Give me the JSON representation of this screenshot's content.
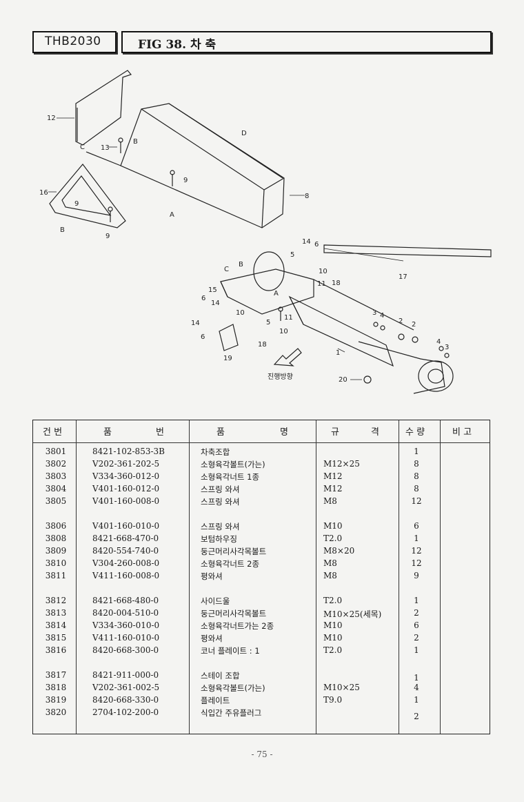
{
  "header": {
    "code": "THB2030",
    "title": "FIG 38. 차 축"
  },
  "diagram": {
    "callouts": [
      "12",
      "13",
      "B",
      "C",
      "D",
      "9",
      "16",
      "9",
      "B",
      "9",
      "A",
      "8",
      "14",
      "6",
      "5",
      "10",
      "11",
      "18",
      "17",
      "C",
      "B",
      "15",
      "6",
      "14",
      "10",
      "A",
      "5",
      "11",
      "10",
      "14",
      "6",
      "18",
      "19",
      "3",
      "4",
      "2",
      "2",
      "4",
      "3",
      "1",
      "20"
    ],
    "direction_label": "진행방향"
  },
  "table": {
    "headers": {
      "no": "건 번",
      "part_no_a": "품",
      "part_no_b": "번",
      "name_a": "품",
      "name_b": "명",
      "spec_a": "규",
      "spec_b": "격",
      "qty": "수 량",
      "remark": "비 고"
    },
    "rows": [
      {
        "no": "3801",
        "part": "8421-102-853-3B",
        "name": "차축조합",
        "spec": "",
        "qty": "1"
      },
      {
        "no": "3802",
        "part": "V202-361-202-5",
        "name": "소형육각볼트(가는)",
        "spec": "M12×25",
        "qty": "8"
      },
      {
        "no": "3803",
        "part": "V334-360-012-0",
        "name": "소형육각너트 1종",
        "spec": "M12",
        "qty": "8"
      },
      {
        "no": "3804",
        "part": "V401-160-012-0",
        "name": "스프링 와셔",
        "spec": "M12",
        "qty": "8"
      },
      {
        "no": "3805",
        "part": "V401-160-008-0",
        "name": "스프링 와셔",
        "spec": "M8",
        "qty": "12"
      },
      {
        "no": "3806",
        "part": "V401-160-010-0",
        "name": "스프링 와셔",
        "spec": "M10",
        "qty": "6"
      },
      {
        "no": "3808",
        "part": "8421-668-470-0",
        "name": "보텀하우징",
        "spec": "T2.0",
        "qty": "1"
      },
      {
        "no": "3809",
        "part": "8420-554-740-0",
        "name": "둥근머리사각목볼트",
        "spec": "M8×20",
        "qty": "12"
      },
      {
        "no": "3810",
        "part": "V304-260-008-0",
        "name": "소형육각너트 2종",
        "spec": "M8",
        "qty": "12"
      },
      {
        "no": "3811",
        "part": "V411-160-008-0",
        "name": "평와셔",
        "spec": "M8",
        "qty": "9"
      },
      {
        "no": "3812",
        "part": "8421-668-480-0",
        "name": "사이드울",
        "spec": "T2.0",
        "qty": "1"
      },
      {
        "no": "3813",
        "part": "8420-004-510-0",
        "name": "둥근머리사각목볼트",
        "spec": "M10×25(세목)",
        "qty": "2"
      },
      {
        "no": "3814",
        "part": "V334-360-010-0",
        "name": "소형육각너트가는 2종",
        "spec": "M10",
        "qty": "6"
      },
      {
        "no": "3815",
        "part": "V411-160-010-0",
        "name": "평와셔",
        "spec": "M10",
        "qty": "2"
      },
      {
        "no": "3816",
        "part": "8420-668-300-0",
        "name": "코너 플레이트 : 1",
        "spec": "T2.0",
        "qty": "1"
      },
      {
        "no": "3817",
        "part": "8421-911-000-0",
        "name": "스테이 조합",
        "spec": "",
        "qty": "1"
      },
      {
        "no": "3818",
        "part": "V202-361-002-5",
        "name": "소형육각볼트(가는)",
        "spec": "M10×25",
        "qty": "4"
      },
      {
        "no": "3819",
        "part": "8420-668-330-0",
        "name": "플레이트",
        "spec": "T9.0",
        "qty": "1"
      },
      {
        "no": "3820",
        "part": "2704-102-200-0",
        "name": "식입간 주유플러그",
        "spec": "",
        "qty": "2"
      }
    ]
  },
  "footer": {
    "page": "- 75 -"
  }
}
